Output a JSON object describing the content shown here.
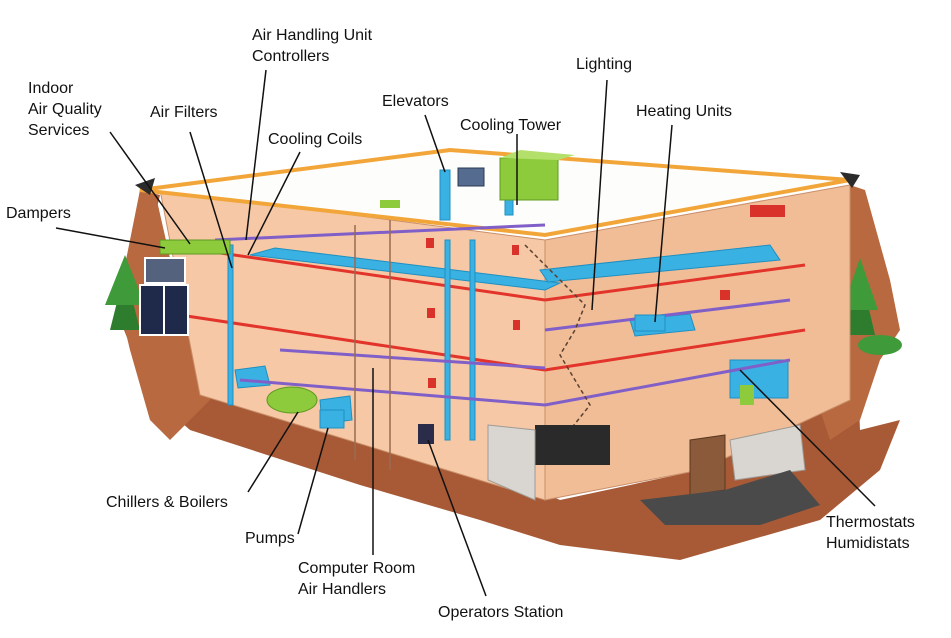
{
  "labels": {
    "indoor_air_quality": [
      "Indoor",
      "Air Quality",
      "Services"
    ],
    "air_filters": "Air Filters",
    "air_handling_unit": [
      "Air Handling Unit",
      "Controllers"
    ],
    "cooling_coils": "Cooling Coils",
    "elevators": "Elevators",
    "cooling_tower": "Cooling Tower",
    "lighting": "Lighting",
    "heating_units": "Heating Units",
    "dampers": "Dampers",
    "chillers_boilers": "Chillers & Boilers",
    "pumps": "Pumps",
    "computer_room": [
      "Computer Room",
      "Air Handlers"
    ],
    "operators_station": "Operators Station",
    "thermostats": [
      "Thermostats",
      "Humidistats"
    ]
  },
  "colors": {
    "wall": "#f6c8a6",
    "wall_shade": "#e8ae88",
    "roof": "#fdfdfb",
    "roof_edge": "#f2a63a",
    "floor_line": "#e2342a",
    "duct_blue": "#39b2e3",
    "pipe_purple": "#8060c8",
    "equipment_green": "#8ecb3c",
    "earth": "#a85a36",
    "leader": "#111111"
  }
}
